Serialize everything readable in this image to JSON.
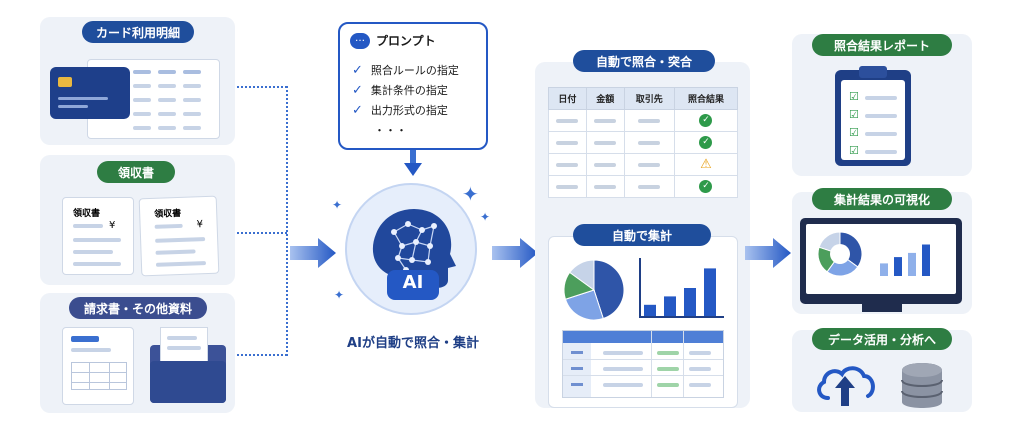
{
  "sources": {
    "card": {
      "label": "カード利用明細"
    },
    "receipt": {
      "label": "領収書",
      "doc_title": "領収書",
      "yen": "¥"
    },
    "invoice": {
      "label": "請求書・その他資料"
    }
  },
  "prompt": {
    "title": "プロンプト",
    "items": [
      "照合ルールの指定",
      "集計条件の指定",
      "出力形式の指定"
    ],
    "ellipsis": "・・・"
  },
  "ai": {
    "badge": "AI",
    "caption": "AIが自動で照合・集計"
  },
  "matching": {
    "title": "自動で照合・突合",
    "headers": [
      "日付",
      "金額",
      "取引先",
      "照合結果"
    ],
    "rows": [
      "ok",
      "ok",
      "warn",
      "ok"
    ]
  },
  "aggregation": {
    "title": "自動で集計",
    "pie": [
      45,
      25,
      15,
      15
    ],
    "bars": [
      20,
      35,
      50,
      85
    ]
  },
  "outputs": {
    "report": {
      "label": "照合結果レポート"
    },
    "visual": {
      "label": "集計結果の可視化",
      "bars": [
        30,
        45,
        55,
        75
      ]
    },
    "data": {
      "label": "データ活用・分析へ"
    }
  },
  "colors": {
    "blue": "#1f4e9c",
    "green": "#2e7d43",
    "accent": "#3a6fd0"
  }
}
